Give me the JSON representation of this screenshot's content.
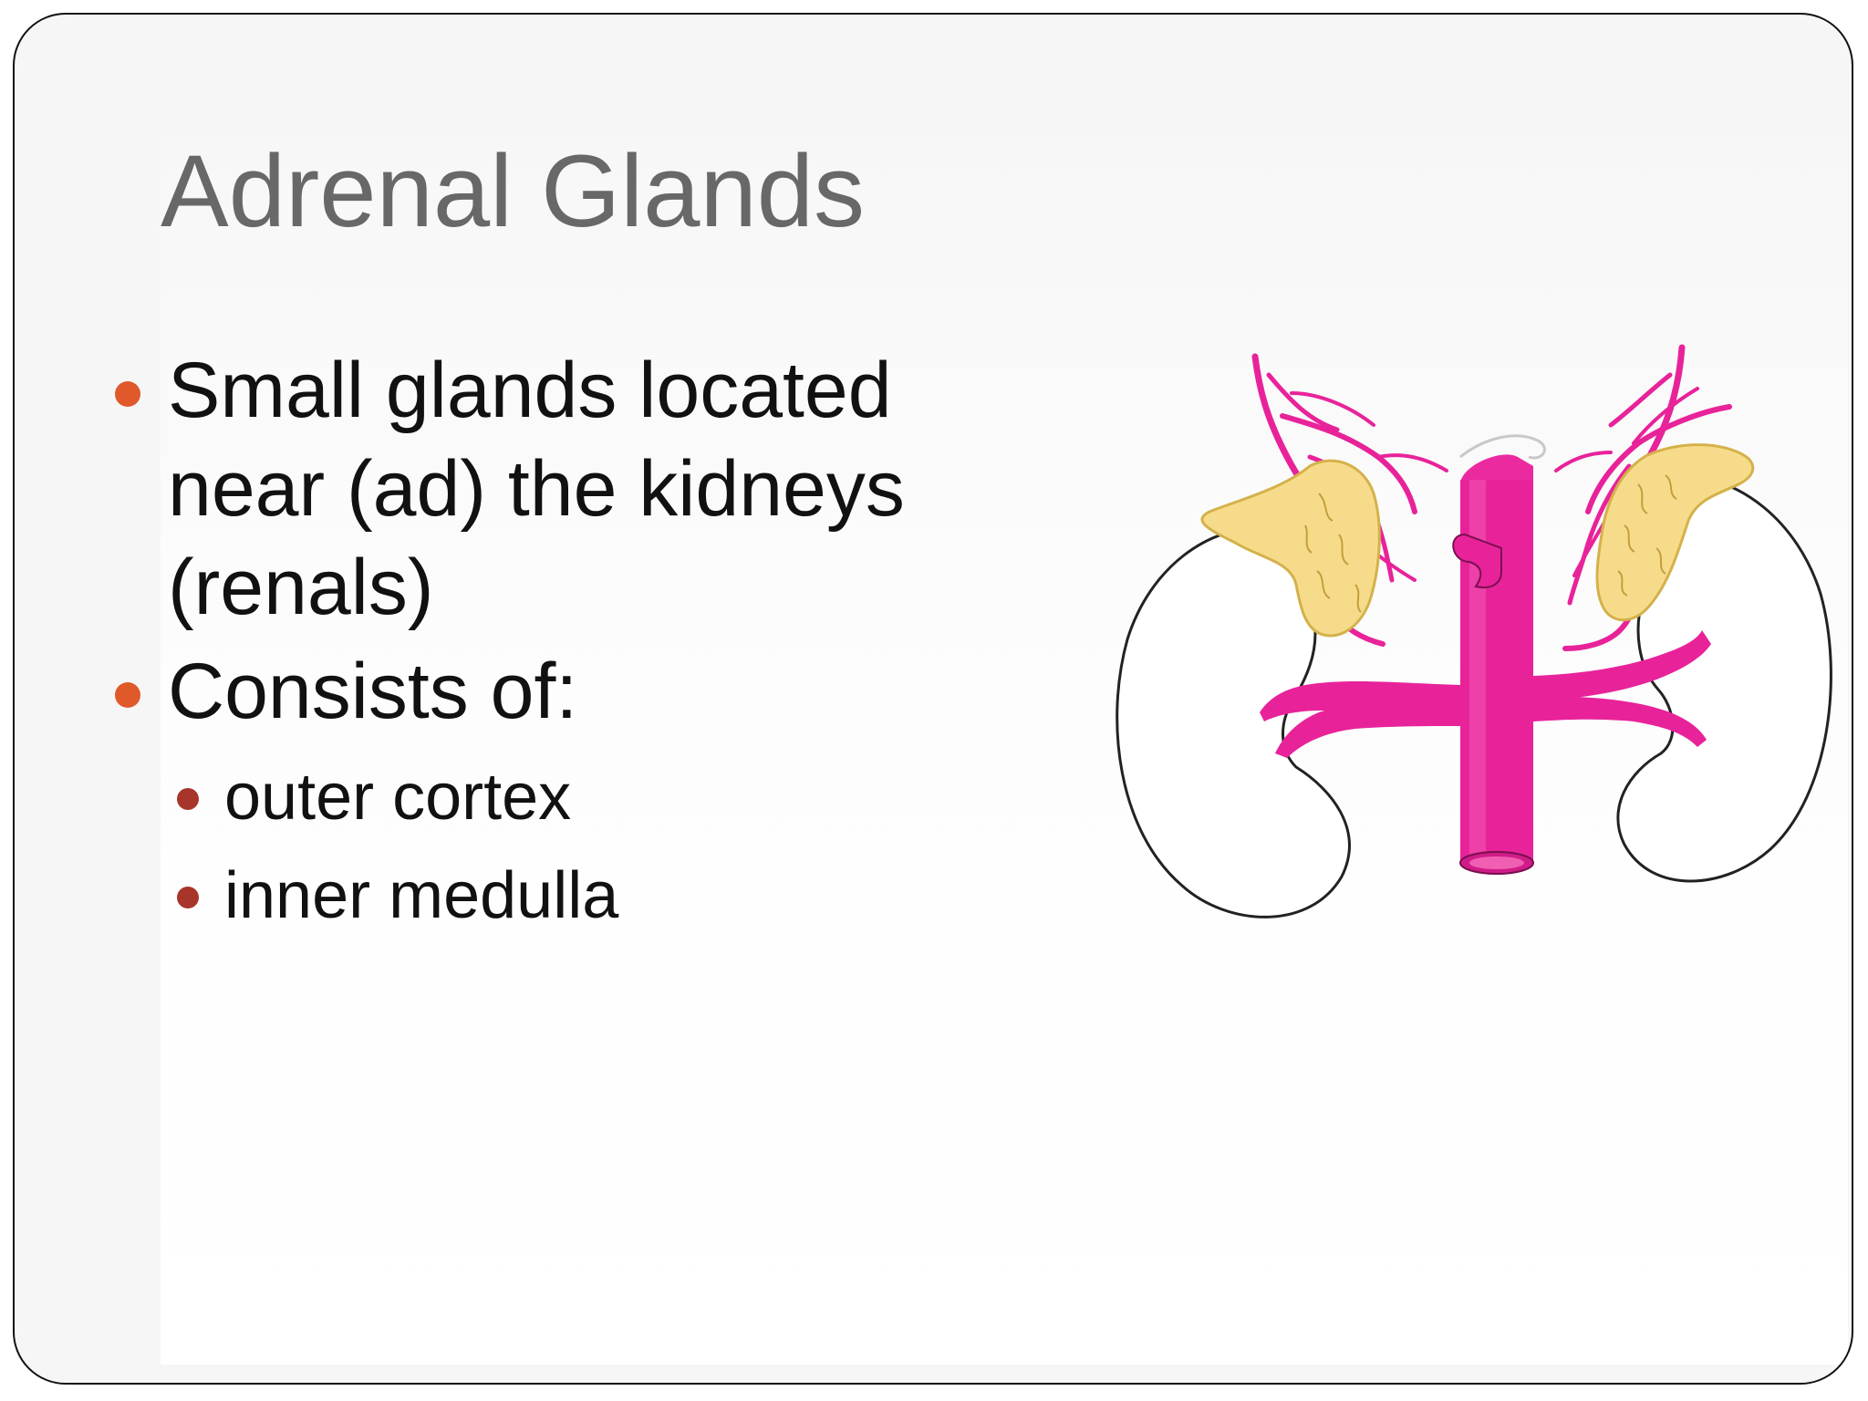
{
  "slide": {
    "title": "Adrenal Glands",
    "bullets": [
      {
        "text": "Small glands located near (ad) the kidneys (renals)"
      },
      {
        "text": "Consists of:"
      }
    ],
    "sub_bullets": [
      {
        "text": "outer cortex"
      },
      {
        "text": "inner medulla"
      }
    ]
  },
  "colors": {
    "title": "#686868",
    "body_text": "#111111",
    "bullet": "#e0592a",
    "sub_bullet": "#a8352a",
    "vessel": "#e8239a",
    "gland": "#f6dc8a",
    "kidney_outline": "#222222"
  },
  "illustration": {
    "icon": "adrenal-glands-kidneys-diagram"
  }
}
